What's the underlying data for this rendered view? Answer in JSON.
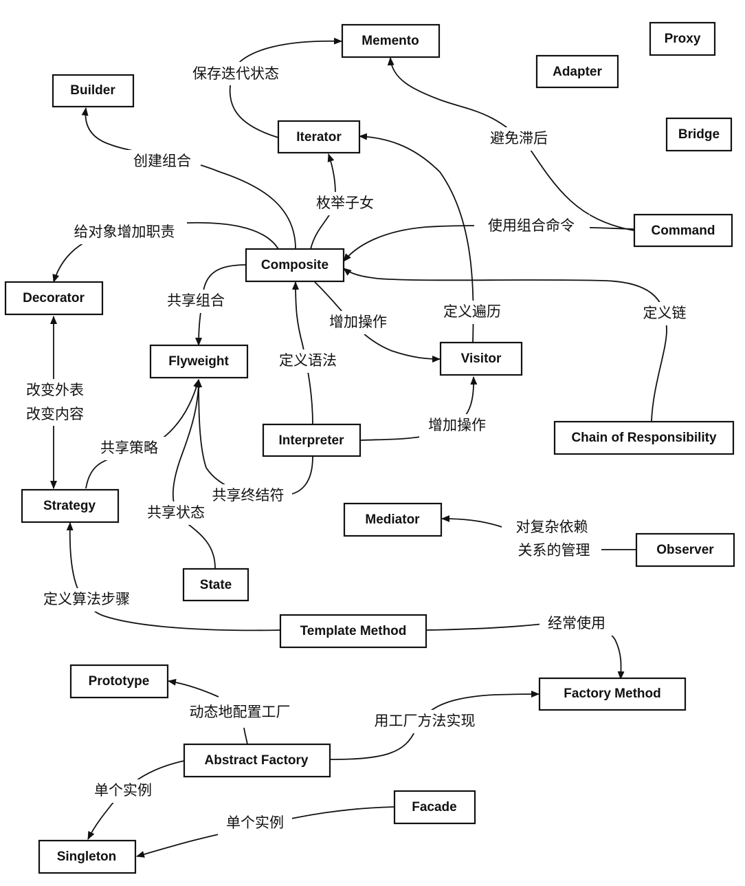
{
  "patterns": {
    "memento": "Memento",
    "proxy": "Proxy",
    "adapter": "Adapter",
    "builder": "Builder",
    "iterator": "Iterator",
    "bridge": "Bridge",
    "command": "Command",
    "composite": "Composite",
    "decorator": "Decorator",
    "flyweight": "Flyweight",
    "visitor": "Visitor",
    "interpreter": "Interpreter",
    "chain": "Chain of Responsibility",
    "strategy": "Strategy",
    "mediator": "Mediator",
    "observer": "Observer",
    "state": "State",
    "template_method": "Template Method",
    "prototype": "Prototype",
    "factory_method": "Factory Method",
    "abstract_factory": "Abstract Factory",
    "facade": "Facade",
    "singleton": "Singleton"
  },
  "relations": {
    "save_iteration_state": "保存迭代状态",
    "avoid_hysteresis": "避免滞后",
    "create_composites": "创建组合",
    "enumerate_children": "枚举子女",
    "add_responsibilities": "给对象增加职责",
    "compose_commands": "使用组合命令",
    "share_composites": "共享组合",
    "add_operations": "增加操作",
    "define_traversals": "定义遍历",
    "define_chain": "定义链",
    "define_grammar": "定义语法",
    "change_skin": "改变外表",
    "change_guts": "改变内容",
    "share_strategies": "共享策略",
    "add_operations_2": "增加操作",
    "share_terminal_symbols": "共享终结符",
    "share_states": "共享状态",
    "complex_dependency_1": "对复杂依赖",
    "complex_dependency_2": "关系的管理",
    "define_algorithm_steps": "定义算法步骤",
    "often_uses": "经常使用",
    "configure_factory_dynamically": "动态地配置工厂",
    "implement_using": "用工厂方法实现",
    "single_instance_1": "单个实例",
    "single_instance_2": "单个实例"
  }
}
